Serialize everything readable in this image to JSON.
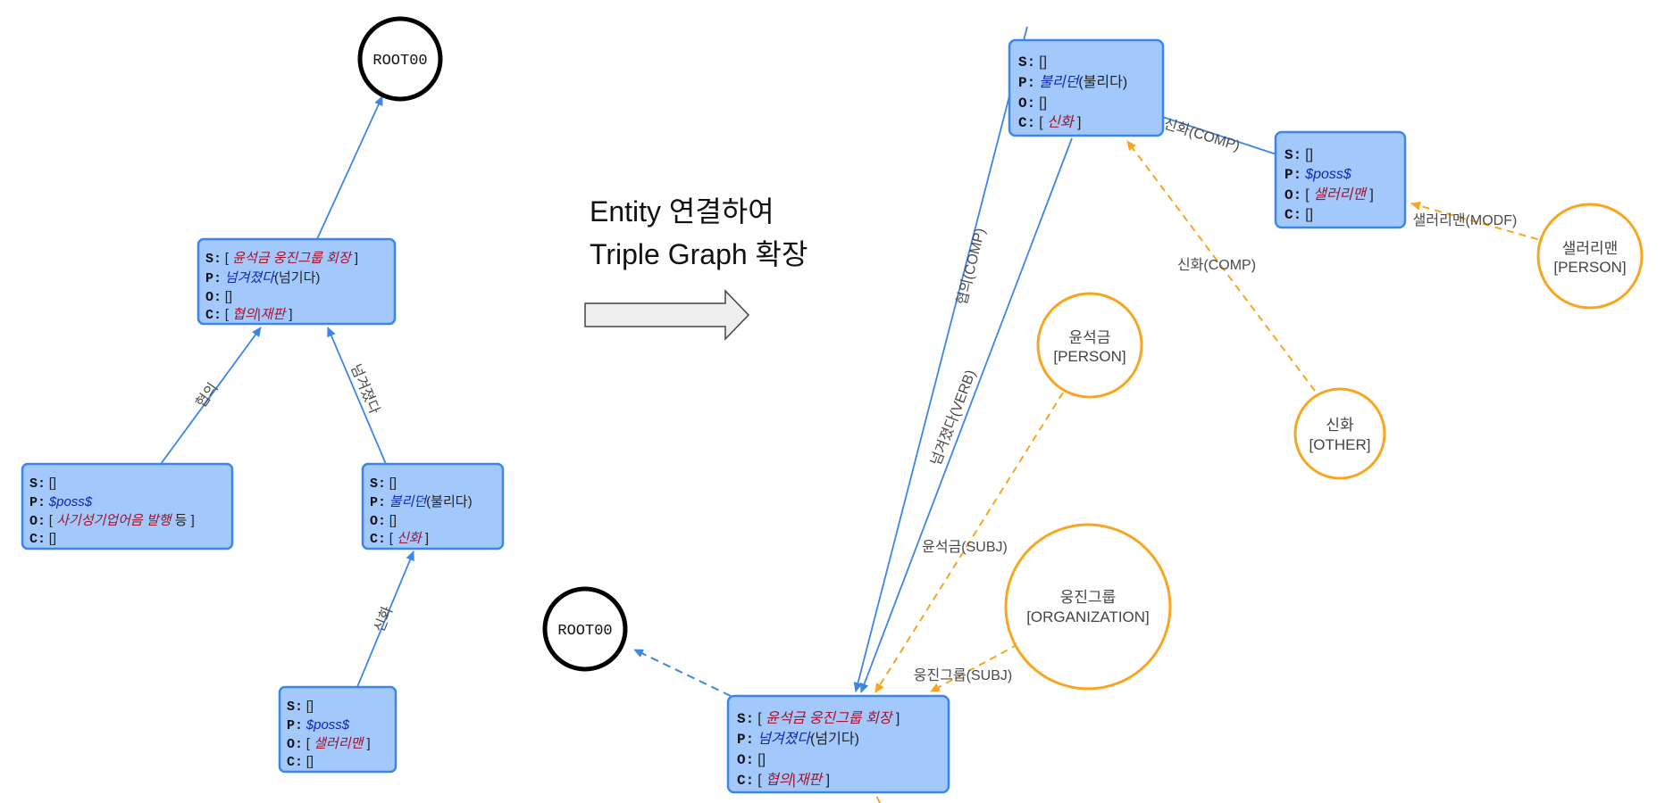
{
  "caption": {
    "line1": "Entity 연결하여",
    "line2": "Triple Graph 확장"
  },
  "left_graph": {
    "root": "ROOT00",
    "main_node": {
      "s_key": "S:",
      "s_open": "[ ",
      "s_val": "윤석금 웅진그룹 회장",
      "s_close": " ]",
      "p_key": "P:",
      "p_val": "넘겨졌다",
      "p_extra": "(넘기다)",
      "o_key": "O:",
      "o_val": "[]",
      "c_key": "C:",
      "c_open": "[ ",
      "c_val": "협의|재판",
      "c_close": " ]"
    },
    "node_left": {
      "s_key": "S:",
      "s_val": "[]",
      "p_key": "P:",
      "p_val": "$poss$",
      "o_key": "O:",
      "o_open": "[ ",
      "o_val": "사기성기업어음 발행",
      "o_close": " 등 ]",
      "c_key": "C:",
      "c_val": "[]"
    },
    "node_right": {
      "s_key": "S:",
      "s_val": "[]",
      "p_key": "P:",
      "p_val": "불리던",
      "p_extra": "(불리다)",
      "o_key": "O:",
      "o_val": "[]",
      "c_key": "C:",
      "c_open": "[ ",
      "c_val": "신화",
      "c_close": " ]"
    },
    "node_bottom": {
      "s_key": "S:",
      "s_val": "[]",
      "p_key": "P:",
      "p_val": "$poss$",
      "o_key": "O:",
      "o_open": "[ ",
      "o_val": "샐러리맨",
      "o_close": " ]",
      "c_key": "C:",
      "c_val": "[]"
    },
    "edge_labels": {
      "left": "협의",
      "right": "넘겨졌다",
      "bottom": "신화"
    }
  },
  "right_graph": {
    "root": "ROOT00",
    "main_node": {
      "s_key": "S:",
      "s_open": "[ ",
      "s_val": "윤석금 웅진그룹 회장",
      "s_close": " ]",
      "p_key": "P:",
      "p_val": "넘겨졌다",
      "p_extra": "(넘기다)",
      "o_key": "O:",
      "o_val": "[]",
      "c_key": "C:",
      "c_open": "[ ",
      "c_val": "협의|재판",
      "c_close": " ]"
    },
    "top_node": {
      "s_key": "S:",
      "s_val": "[]",
      "p_key": "P:",
      "p_val": "불리던",
      "p_extra": "(불리다)",
      "o_key": "O:",
      "o_val": "[]",
      "c_key": "C:",
      "c_open": "[ ",
      "c_val": "신화",
      "c_close": " ]"
    },
    "poss_node": {
      "s_key": "S:",
      "s_val": "[]",
      "p_key": "P:",
      "p_val": "$poss$",
      "o_key": "O:",
      "o_open": "[ ",
      "o_val": "샐러리맨",
      "o_close": " ]",
      "c_key": "C:",
      "c_val": "[]"
    },
    "entities": {
      "person1": {
        "name": "윤석금",
        "type": "[PERSON]"
      },
      "org": {
        "name": "웅진그룹",
        "type": "[ORGANIZATION]"
      },
      "other": {
        "name": "신화",
        "type": "[OTHER]"
      },
      "person2": {
        "name": "샐러리맨",
        "type": "[PERSON]"
      }
    },
    "edge_labels": {
      "comp1": "협의(COMP)",
      "verb": "넘겨졌다(VERB)",
      "comp2": "신화(COMP)",
      "comp3": "신화(COMP)",
      "modf": "샐러리맨(MODF)",
      "subj1": "윤석금(SUBJ)",
      "subj2": "웅진그룹(SUBJ)"
    }
  },
  "colors": {
    "node_fill": "#a3c8fb",
    "node_border": "#3b86ea",
    "entity_border": "#f8a520",
    "root_border": "#000000"
  }
}
